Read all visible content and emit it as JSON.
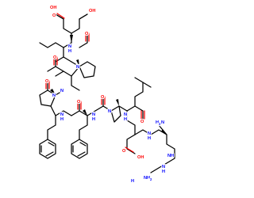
{
  "colors": {
    "carbon": "#000000",
    "oxygen": "#ff0000",
    "nitrogen": "#0000ff",
    "background": "#ffffff"
  },
  "labels": {
    "oh_1": "OH",
    "oh_2": "OH",
    "oh_3": "OH",
    "h_1": "H",
    "h_2": "H",
    "h_3": "H",
    "h_4": "H",
    "h_5": "H",
    "h_6": "H",
    "h_7": "H",
    "n_1": "N",
    "n_2": "N",
    "n_3": "N",
    "n_4": "N",
    "n_5": "N",
    "n_6": "N",
    "n_7": "N",
    "n_8": "N",
    "n_9": "N",
    "n_10": "N",
    "nh_1": "NH",
    "nh2_1": "NH",
    "nh2_1_sub": "2",
    "h2n_1": "H",
    "h2n_1_sub": "2",
    "h2n_1_n": "N",
    "o_1": "O",
    "o_2": "O",
    "o_3": "O",
    "o_4": "O",
    "o_5": "O",
    "o_6": "O",
    "o_7": "O",
    "o_8": "O",
    "o_9": "O",
    "o_10": "O",
    "o_11": "O",
    "o_12": "O"
  }
}
